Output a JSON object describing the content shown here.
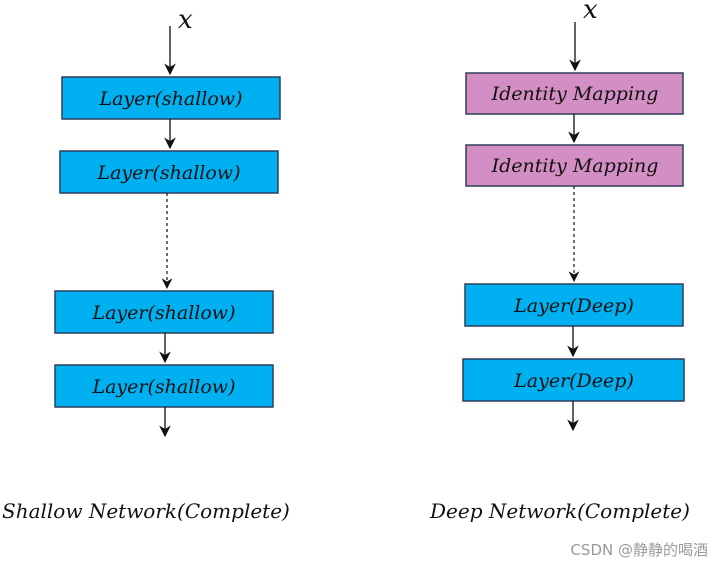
{
  "colors": {
    "layer_fill": "#00b0f0",
    "identity_fill": "#d38fc4",
    "stroke": "#2f3f5a",
    "arrow": "#111111"
  },
  "shallow": {
    "input": "x",
    "layers": [
      "Layer(shallow)",
      "Layer(shallow)",
      "Layer(shallow)",
      "Layer(shallow)"
    ],
    "caption": "Shallow Network(Complete)"
  },
  "deep": {
    "input": "x",
    "identity": [
      "Identity Mapping",
      "Identity Mapping"
    ],
    "layers": [
      "Layer(Deep)",
      "Layer(Deep)"
    ],
    "caption": "Deep Network(Complete)"
  },
  "watermark": "CSDN @静静的喝酒"
}
